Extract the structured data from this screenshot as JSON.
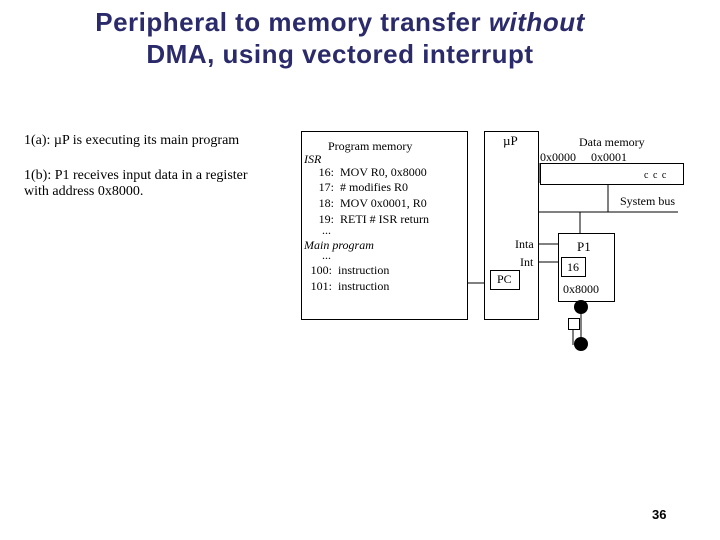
{
  "title": {
    "line1_a": "Peripheral to memory transfer ",
    "line1_b": "without",
    "line2": "DMA, using vectored interrupt"
  },
  "steps": [
    "1(a): µP is executing its main program",
    "1(b): P1 receives input data in a register",
    "with address 0x8000."
  ],
  "program_memory": {
    "label": "Program memory",
    "isr_label": "ISR",
    "isr_lines": [
      {
        "addr": "16:",
        "code": "MOV R0, 0x8000"
      },
      {
        "addr": "17:",
        "code": "# modifies R0"
      },
      {
        "addr": "18:",
        "code": "MOV 0x0001, R0"
      },
      {
        "addr": "19:",
        "code": "RETI  # ISR return"
      }
    ],
    "ellipsis": "...",
    "main_label": "Main program",
    "main_lines": [
      {
        "addr": "100:",
        "code": "instruction"
      },
      {
        "addr": "101:",
        "code": "instruction"
      }
    ]
  },
  "up": {
    "label": "µP",
    "inta": "Inta",
    "int": "Int",
    "pc": "PC"
  },
  "data_memory": {
    "label": "Data memory",
    "addr0": "0x0000",
    "addr1": "0x0001",
    "dots": "c  c  c"
  },
  "system_bus": "System bus",
  "p1": {
    "label": "P1",
    "value": "16",
    "addr": "0x8000"
  },
  "page_number": "36"
}
